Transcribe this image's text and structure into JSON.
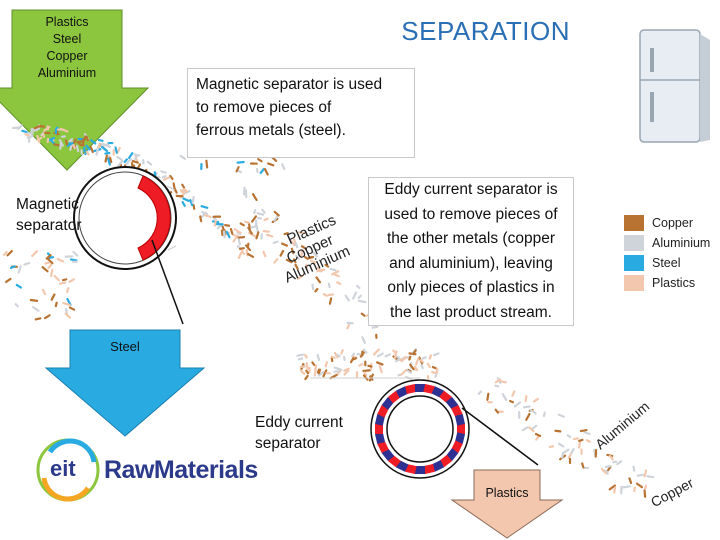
{
  "title": "SEPARATION",
  "input_arrow": {
    "lines": [
      "Plastics",
      "Steel",
      "Copper",
      "Aluminium"
    ],
    "color": "#8cc63f"
  },
  "magnetic_box": {
    "lines": [
      "Magnetic separator is used",
      "to remove pieces of",
      "ferrous metals (steel)."
    ]
  },
  "magnetic_label": {
    "lines": [
      "Magnetic",
      "separator"
    ]
  },
  "diagonal_stream": {
    "words": [
      "Plastics",
      "Copper",
      "Aluminium"
    ]
  },
  "eddy_box": {
    "lines": [
      "Eddy current separator is",
      "used to remove pieces of",
      "the other metals (copper",
      "and aluminium), leaving",
      "only pieces of plastics in",
      "the last product stream."
    ]
  },
  "steel_arrow": {
    "label": "Steel",
    "color": "#29abe2"
  },
  "eddy_label": {
    "lines": [
      "Eddy current",
      "separator"
    ]
  },
  "plastics_arrow": {
    "label": "Plastics",
    "color": "#f2c7ae"
  },
  "aluminium_text": "Aluminium",
  "copper_text": "Copper",
  "legend": [
    {
      "label": "Copper",
      "color": "#b87333"
    },
    {
      "label": "Aluminium",
      "color": "#cfd3da"
    },
    {
      "label": "Steel",
      "color": "#29abe2"
    },
    {
      "label": "Plastics",
      "color": "#f2c7ae"
    }
  ],
  "logo": {
    "mark": "eit",
    "text": "RawMaterials"
  },
  "icons": {
    "fridge": "fridge-icon"
  }
}
